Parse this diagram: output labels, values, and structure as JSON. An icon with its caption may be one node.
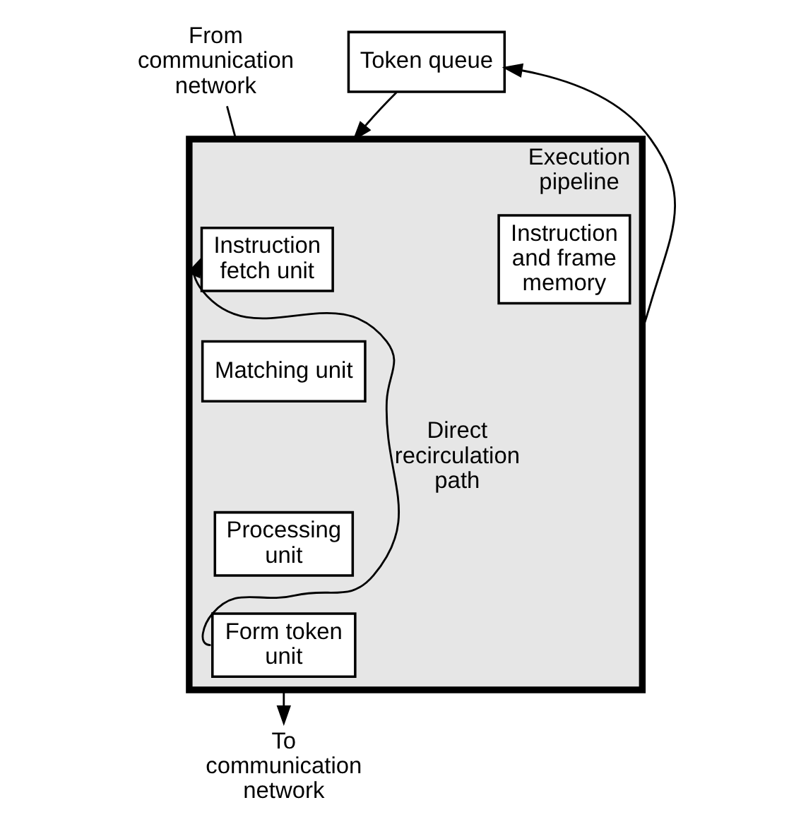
{
  "diagram": {
    "nodes": [
      {
        "text": [
          "From communication network"
        ]
      },
      {
        "text": [
          "Execution pipeline"
        ]
      },
      {
        "text": [
          "Instruction fetch unit"
        ],
        "in": 1
      },
      {
        "text": [
          "Matching unit"
        ],
        "in": 1
      },
      {
        "text": [
          "Processing unit"
        ],
        "in": 1
      },
      {
        "text": [
          "Form token unit"
        ],
        "in": 1
      },
      {
        "text": [
          "Instruction and frame memory"
        ],
        "in": 1
      },
      {
        "text": [
          "Token queue"
        ]
      },
      {
        "text": [
          "To communication network"
        ]
      }
    ],
    "edges": [
      {
        "from": 0,
        "to": 1,
        "arrow": "none"
      },
      {
        "from": 7,
        "to": 1,
        "arrow": "to"
      },
      {
        "from": 5,
        "to": 2,
        "arrow": "to",
        "label": "Direct recirculation path"
      },
      {
        "from": 1,
        "to": 8,
        "arrow": "to"
      },
      {
        "from": 1,
        "to": 7,
        "arrow": "to"
      }
    ]
  }
}
